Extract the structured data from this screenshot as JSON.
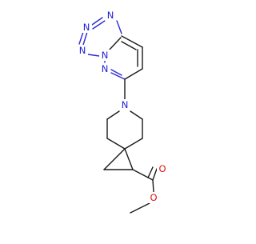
{
  "molecule": {
    "atoms": {
      "n_tz1": "N",
      "n_tz2": "N",
      "n_tz3": "N",
      "n_tz4": "N",
      "n_pyridazine": "N",
      "n_piperidine": "N",
      "o_carbonyl": "O",
      "o_ester": "O"
    },
    "colors": {
      "carbon_bond": "#1a1a1a",
      "nitrogen": "#2020d8",
      "oxygen": "#e01010",
      "background": "#ffffff"
    }
  }
}
